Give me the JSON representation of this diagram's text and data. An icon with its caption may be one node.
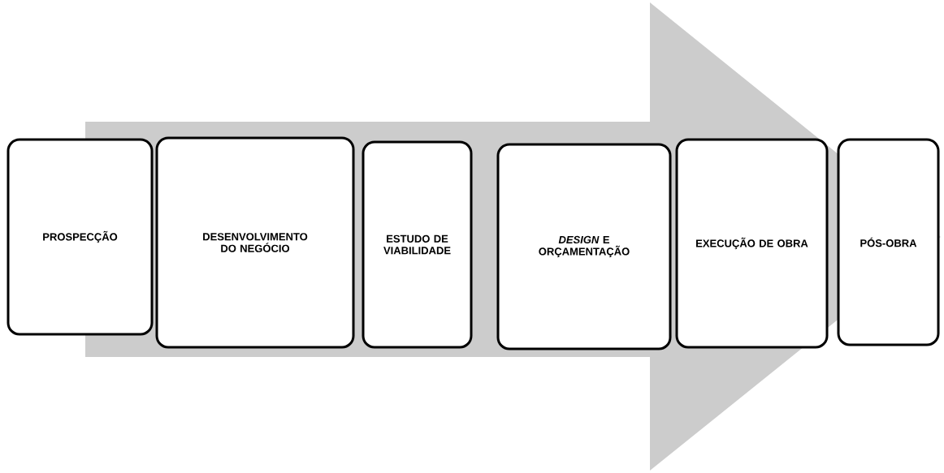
{
  "diagram": {
    "nodes": [
      {
        "text": [
          "PROSPECÇÃO"
        ]
      },
      {
        "text": [
          "DESENVOLVIMENTO DO NEGÓCIO"
        ]
      },
      {
        "text": [
          "ESTUDO DE VIABILIDADE"
        ]
      },
      {
        "text": [
          "*DESIGN* E ORÇAMENTAÇÃO"
        ]
      },
      {
        "text": [
          "EXECUÇÃO DE OBRA"
        ]
      },
      {
        "text": [
          "PÓS-OBRA"
        ]
      }
    ],
    "edges": [
      {
        "from": 0,
        "to": 5,
        "arrow": "to",
        "style": "thick"
      }
    ]
  }
}
